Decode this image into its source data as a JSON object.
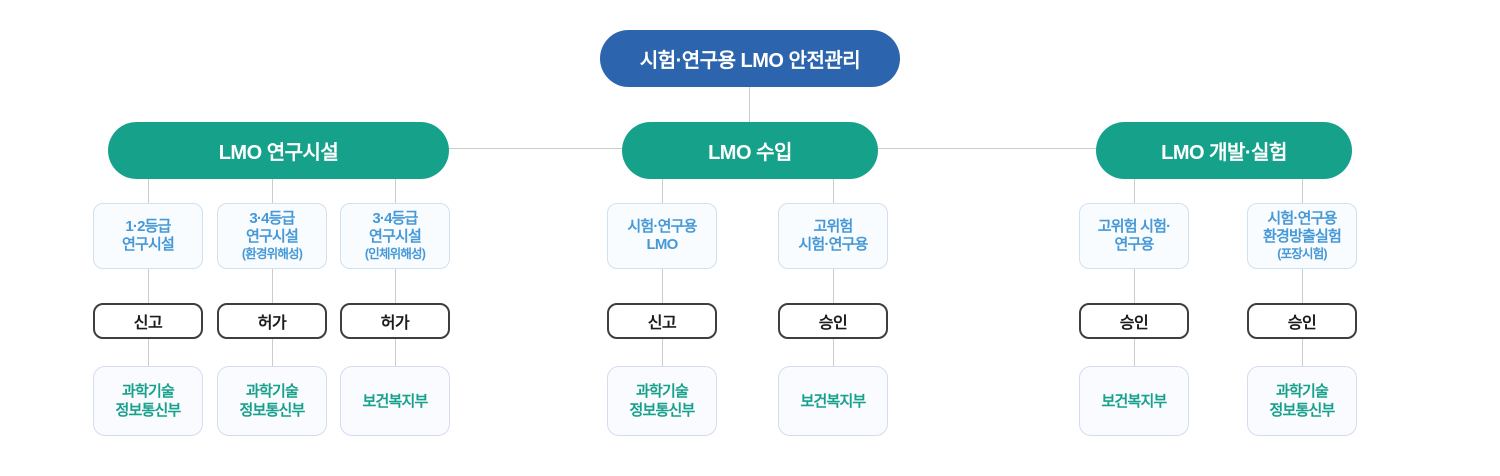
{
  "root": {
    "label": "시험·연구용 LMO 안전관리"
  },
  "branches": [
    {
      "label": "LMO 연구시설",
      "columns": [
        {
          "category": "1·2등급\n연구시설",
          "category_sub": "",
          "action": "신고",
          "ministry": "과학기술\n정보통신부"
        },
        {
          "category": "3·4등급\n연구시설",
          "category_sub": "(환경위해성)",
          "action": "허가",
          "ministry": "과학기술\n정보통신부"
        },
        {
          "category": "3·4등급\n연구시설",
          "category_sub": "(인체위해성)",
          "action": "허가",
          "ministry": "보건복지부"
        }
      ]
    },
    {
      "label": "LMO 수입",
      "columns": [
        {
          "category": "시험·연구용\nLMO",
          "category_sub": "",
          "action": "신고",
          "ministry": "과학기술\n정보통신부"
        },
        {
          "category": "고위험\n시험·연구용",
          "category_sub": "",
          "action": "승인",
          "ministry": "보건복지부"
        }
      ]
    },
    {
      "label": "LMO 개발·실험",
      "columns": [
        {
          "category": "고위험 시험·\n연구용",
          "category_sub": "",
          "action": "승인",
          "ministry": "보건복지부"
        },
        {
          "category": "시험·연구용\n환경방출실험",
          "category_sub": "(포장시험)",
          "action": "승인",
          "ministry": "과학기술\n정보통신부"
        }
      ]
    }
  ],
  "colors": {
    "root_bg": "#2c64ae",
    "branch_bg": "#16a18a",
    "category_text": "#4699d6",
    "category_border": "#cfe0f1",
    "ministry_text": "#17a08b",
    "ministry_border": "#d5dbf1",
    "action_border": "#3e3e3e",
    "connector": "#cccccc"
  }
}
